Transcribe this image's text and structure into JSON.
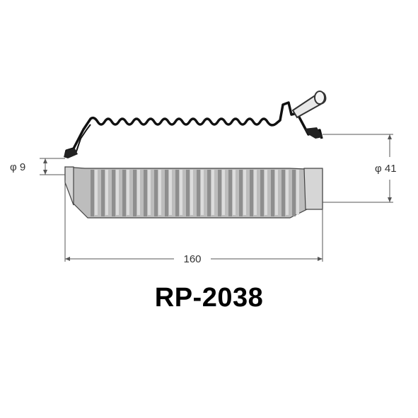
{
  "drawing": {
    "dim_small_diameter": "φ 9",
    "dim_large_diameter": "φ 41",
    "dim_length": "160"
  },
  "part_number": "RP-2038",
  "colors": {
    "outline": "#111111",
    "boot_fill": "#bdbdbd",
    "rib_dark": "#8e8e8e",
    "rib_light": "#dcdcdc",
    "dim_line": "#555555"
  }
}
